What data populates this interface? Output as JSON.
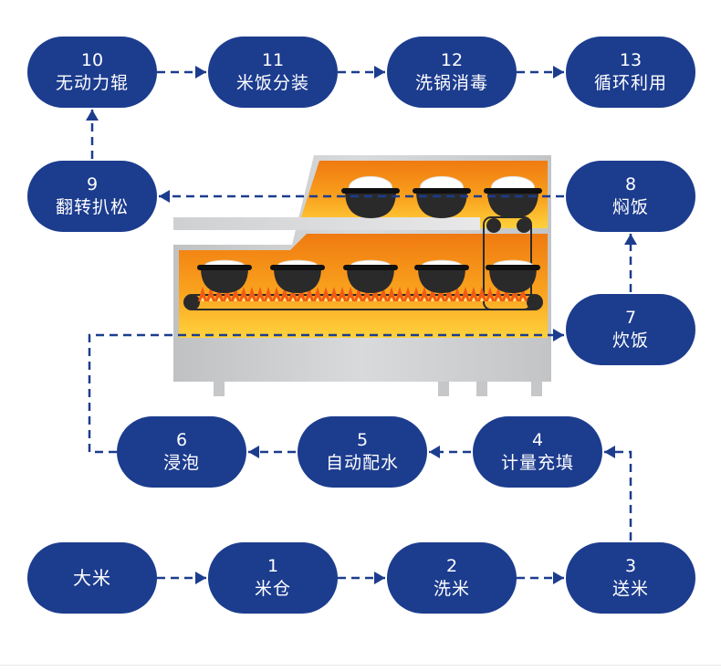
{
  "nodes": [
    {
      "key": "n10",
      "num": "10",
      "label": "无动力辊"
    },
    {
      "key": "n11",
      "num": "11",
      "label": "米饭分装"
    },
    {
      "key": "n12",
      "num": "12",
      "label": "洗锅消毒"
    },
    {
      "key": "n13",
      "num": "13",
      "label": "循环利用"
    },
    {
      "key": "n9",
      "num": "9",
      "label": "翻转扒松"
    },
    {
      "key": "n8",
      "num": "8",
      "label": "焖饭"
    },
    {
      "key": "n7",
      "num": "7",
      "label": "炊饭"
    },
    {
      "key": "n6",
      "num": "6",
      "label": "浸泡"
    },
    {
      "key": "n5",
      "num": "5",
      "label": "自动配水"
    },
    {
      "key": "n4",
      "num": "4",
      "label": "计量充填"
    },
    {
      "key": "n0",
      "label": "大米"
    },
    {
      "key": "n1",
      "num": "1",
      "label": "米仓"
    },
    {
      "key": "n2",
      "num": "2",
      "label": "洗米"
    },
    {
      "key": "n3",
      "num": "3",
      "label": "送米"
    }
  ],
  "colors": {
    "node_fill": "#1c3c8e",
    "node_text": "#ffffff",
    "arrow": "#1c3c8e",
    "oven_orange_top": "#f07a10",
    "oven_yellow_bottom": "#ffd23c",
    "steel": "#c8cacc",
    "pot": "#2a2a2a",
    "rice": "#ffffff",
    "flame": "#f25a14"
  }
}
